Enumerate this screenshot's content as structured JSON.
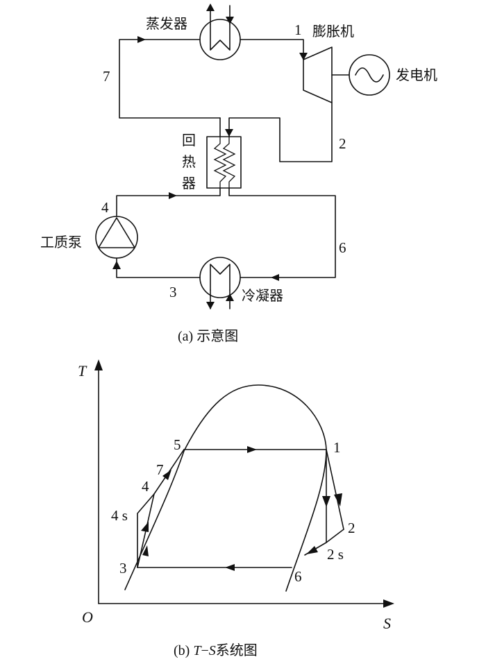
{
  "diagram_a": {
    "components": {
      "evaporator": "蒸发器",
      "expander": "膨胀机",
      "generator": "发电机",
      "regenerator": [
        "回",
        "热",
        "器"
      ],
      "pump": "工质泵",
      "condenser": "冷凝器"
    },
    "state_points": [
      "1",
      "2",
      "3",
      "4",
      "6",
      "7"
    ],
    "caption": "(a) 示意图"
  },
  "diagram_b": {
    "axes": {
      "y": "T",
      "x": "S",
      "origin": "O"
    },
    "state_points": [
      "1",
      "2",
      "2 s",
      "3",
      "4",
      "4 s",
      "5",
      "6",
      "7"
    ],
    "caption_prefix": "(b) ",
    "caption_italic": "T",
    "caption_dash": "−",
    "caption_italic2": "S",
    "caption_suffix": "系统图"
  }
}
